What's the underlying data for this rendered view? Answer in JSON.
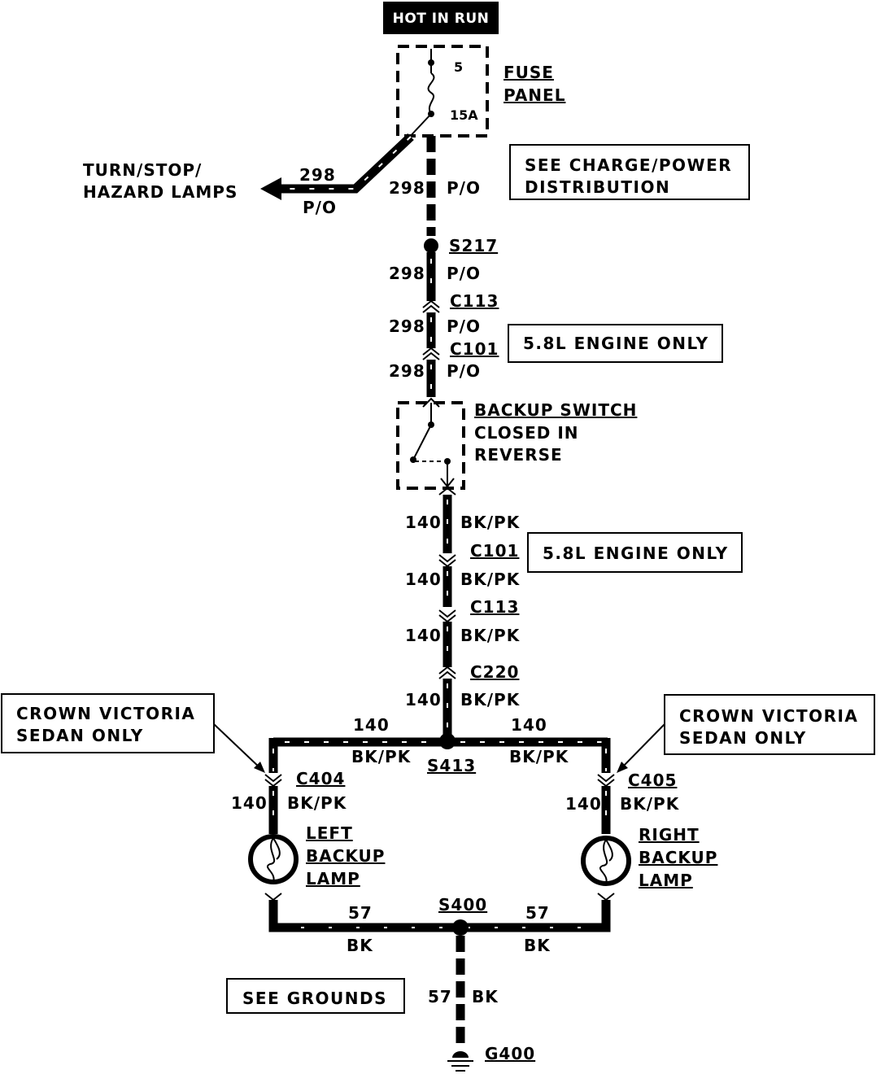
{
  "power": {
    "hot_label": "HOT IN RUN"
  },
  "fuse": {
    "number": "5",
    "rating": "15A",
    "title_line1": "FUSE",
    "title_line2": "PANEL"
  },
  "notes": {
    "charge_power_line1": "SEE CHARGE/POWER",
    "charge_power_line2": "DISTRIBUTION",
    "engine_only_1": "5.8L ENGINE ONLY",
    "engine_only_2": "5.8L ENGINE ONLY",
    "crown_left_line1": "CROWN VICTORIA",
    "crown_left_line2": "SEDAN ONLY",
    "crown_right_line1": "CROWN VICTORIA",
    "crown_right_line2": "SEDAN ONLY",
    "see_grounds": "SEE GROUNDS"
  },
  "turn_lamps": {
    "line1": "TURN/STOP/",
    "line2": "HAZARD LAMPS",
    "circuit": "298",
    "color": "P/O"
  },
  "circuits": {
    "c298": "298",
    "p_o": "P/O",
    "c140": "140",
    "bk_pk": "BK/PK",
    "c57": "57",
    "bk": "BK"
  },
  "connectors": {
    "s217": "S217",
    "c113_top": "C113",
    "c101_top": "C101",
    "c101_bottom": "C101",
    "c113_bottom": "C113",
    "c220": "C220",
    "s413": "S413",
    "c404": "C404",
    "c405": "C405",
    "s400": "S400",
    "g400": "G400"
  },
  "backup_switch": {
    "line1": "BACKUP SWITCH",
    "line2": "CLOSED IN",
    "line3": "REVERSE"
  },
  "lamps": {
    "left_line1": "LEFT",
    "left_line2": "BACKUP",
    "left_line3": "LAMP",
    "right_line1": "RIGHT",
    "right_line2": "BACKUP",
    "right_line3": "LAMP"
  }
}
